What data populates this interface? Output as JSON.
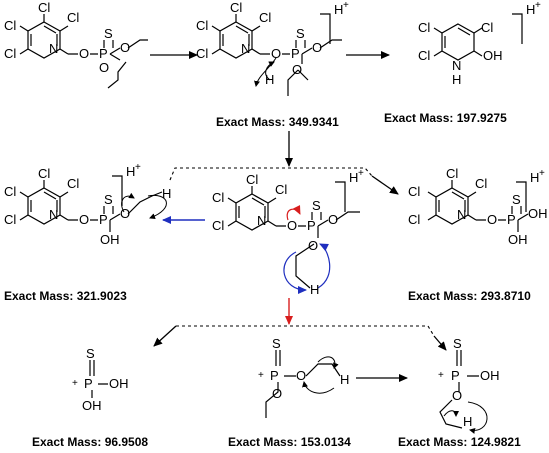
{
  "atoms": {
    "cl": "Cl",
    "n": "N",
    "o": "O",
    "p": "P",
    "s": "S",
    "h": "H",
    "oh": "OH",
    "nh": "H",
    "h_plus": "H",
    "plus_sup": "+",
    "cation": "+"
  },
  "masses": {
    "protonated": "Exact Mass: 349.9341",
    "tcp": "Exact Mass: 197.9275",
    "loss_ethylene_a": "Exact Mass: 321.9023",
    "loss_two_ethylene": "Exact Mass: 293.8710",
    "m97": "Exact Mass: 96.9508",
    "m153": "Exact Mass: 153.0134",
    "m125": "Exact Mass: 124.9821"
  },
  "colors": {
    "blue_arrow": "#1f2fbf",
    "red_arrow": "#d81e1e",
    "black": "#000000"
  }
}
